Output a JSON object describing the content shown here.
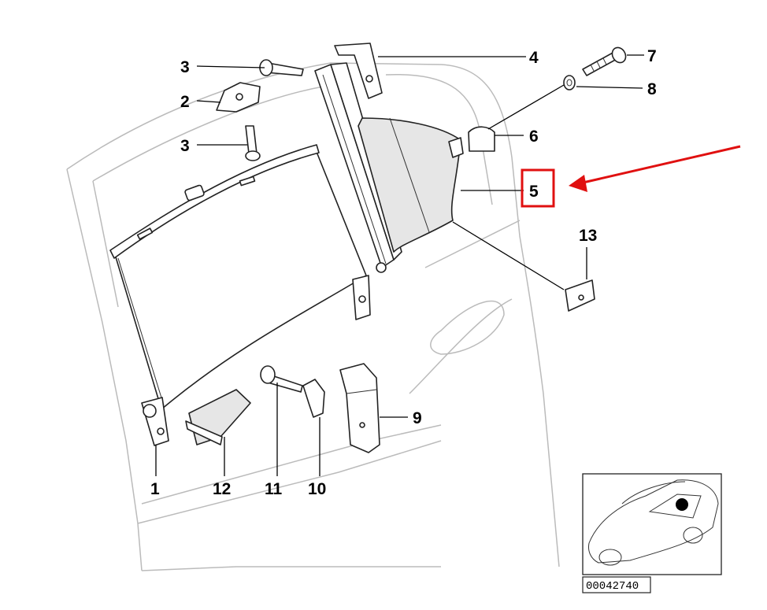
{
  "diagram": {
    "callouts": [
      {
        "id": "1",
        "label": "1"
      },
      {
        "id": "2",
        "label": "2"
      },
      {
        "id": "3a",
        "label": "3"
      },
      {
        "id": "3b",
        "label": "3"
      },
      {
        "id": "4",
        "label": "4"
      },
      {
        "id": "5",
        "label": "5"
      },
      {
        "id": "6",
        "label": "6"
      },
      {
        "id": "7",
        "label": "7"
      },
      {
        "id": "8",
        "label": "8"
      },
      {
        "id": "9",
        "label": "9"
      },
      {
        "id": "10",
        "label": "10"
      },
      {
        "id": "11",
        "label": "11"
      },
      {
        "id": "12",
        "label": "12"
      },
      {
        "id": "13",
        "label": "13"
      }
    ],
    "highlighted_callout": "5",
    "reference_number": "00042740",
    "colors": {
      "highlight": "#e01010",
      "line": "#222222",
      "door_outline": "#bbbbbb"
    }
  }
}
